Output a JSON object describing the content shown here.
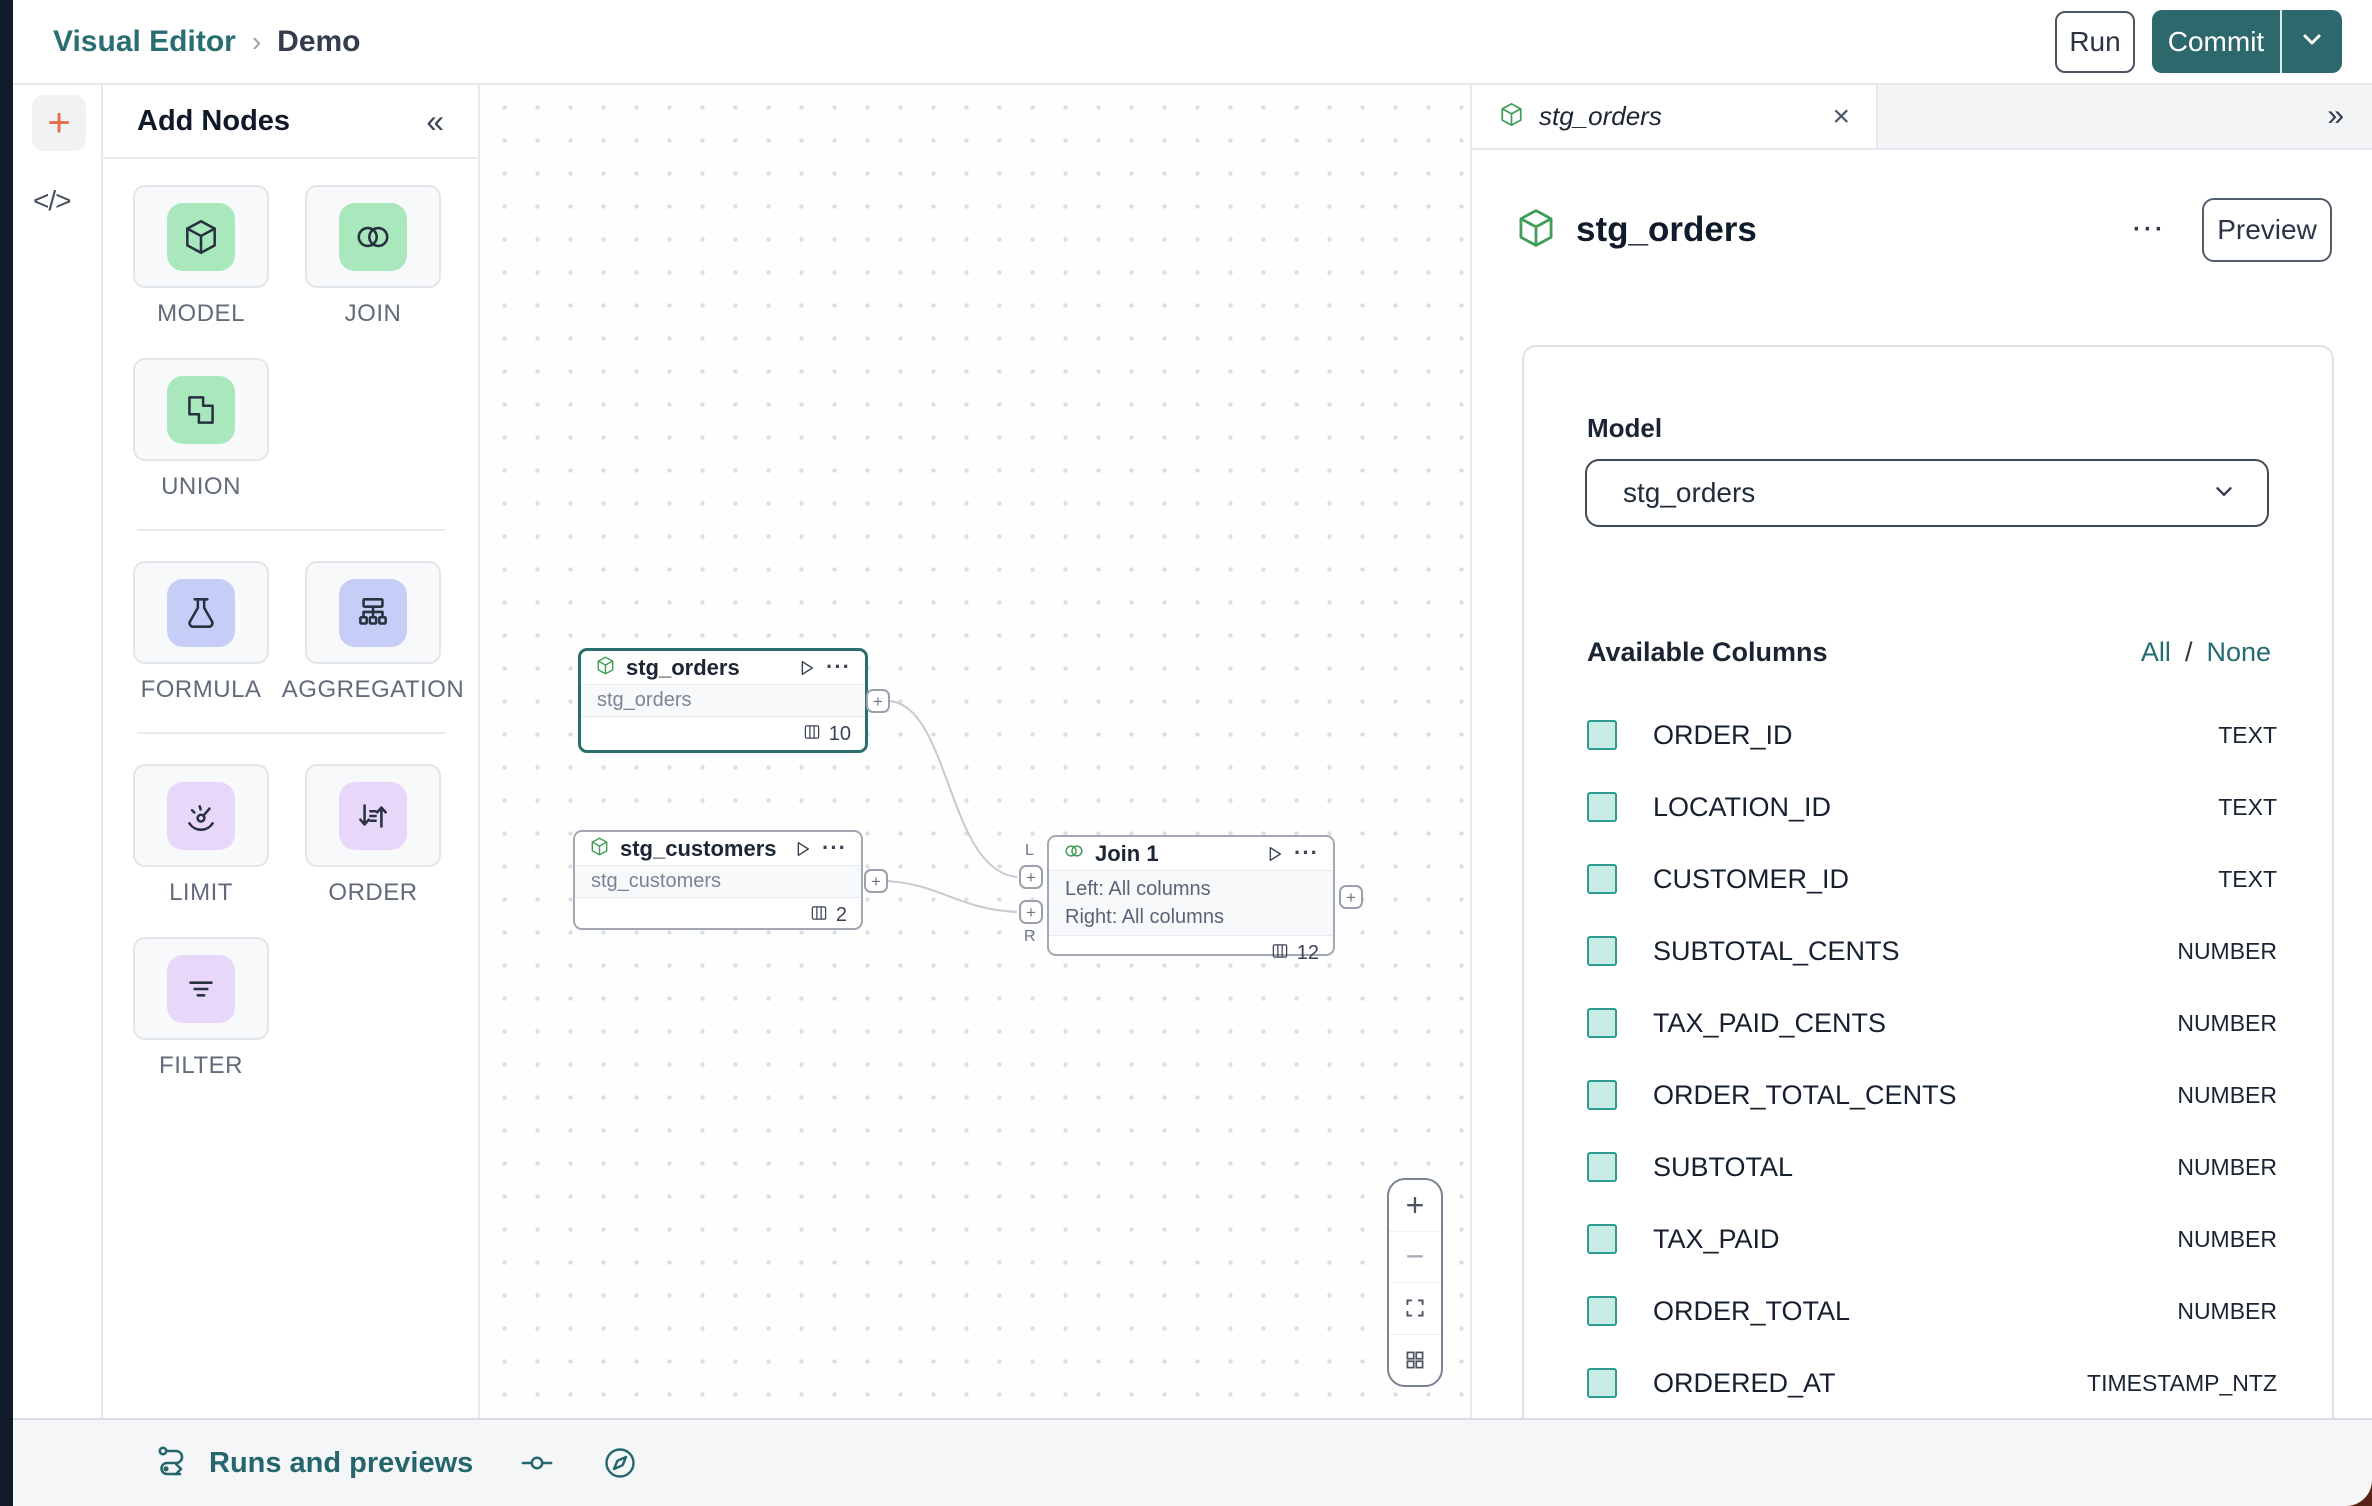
{
  "topbar": {
    "breadcrumb_root": "Visual Editor",
    "breadcrumb_separator": "›",
    "breadcrumb_current": "Demo",
    "run_label": "Run",
    "commit_label": "Commit"
  },
  "left_rail": {
    "add_label": "+",
    "code_label": "</>"
  },
  "add_nodes": {
    "title": "Add Nodes",
    "collapse_icon": "«",
    "groups": [
      {
        "items": [
          {
            "label": "MODEL",
            "icon": "cube-icon",
            "tint": "#A9E7BD"
          },
          {
            "label": "JOIN",
            "icon": "join-icon",
            "tint": "#A9E7BD"
          },
          {
            "label": "UNION",
            "icon": "union-icon",
            "tint": "#A9E7BD"
          }
        ]
      },
      {
        "items": [
          {
            "label": "FORMULA",
            "icon": "formula-icon",
            "tint": "#C6CEF7"
          },
          {
            "label": "AGGREGATION",
            "icon": "aggregation-icon",
            "tint": "#C6CEF7"
          }
        ]
      },
      {
        "items": [
          {
            "label": "LIMIT",
            "icon": "limit-icon",
            "tint": "#E7D8F9"
          },
          {
            "label": "ORDER",
            "icon": "order-icon",
            "tint": "#E7D8F9"
          },
          {
            "label": "FILTER",
            "icon": "filter-icon",
            "tint": "#E7D8F9"
          }
        ]
      }
    ]
  },
  "icons": {
    "ellipsis": "···",
    "plus": "+",
    "minus": "−",
    "close": "×",
    "expand": "»",
    "chevron": "›"
  },
  "canvas": {
    "nodes": [
      {
        "title": "stg_orders",
        "subtitle": "stg_orders",
        "column_count": "10",
        "selected": true
      },
      {
        "title": "stg_customers",
        "subtitle": "stg_customers",
        "column_count": "2",
        "selected": false
      },
      {
        "title": "Join 1",
        "left_line": "Left: All columns",
        "right_line": "Right: All columns",
        "column_count": "12",
        "selected": false,
        "port_left_label": "L",
        "port_right_label": "R"
      }
    ]
  },
  "panel": {
    "tab_title": "stg_orders",
    "title": "stg_orders",
    "preview_label": "Preview",
    "model_label": "Model",
    "model_value": "stg_orders",
    "columns_label": "Available Columns",
    "select_all_label": "All",
    "select_separator": "/",
    "select_none_label": "None",
    "columns": [
      {
        "name": "ORDER_ID",
        "type": "TEXT"
      },
      {
        "name": "LOCATION_ID",
        "type": "TEXT"
      },
      {
        "name": "CUSTOMER_ID",
        "type": "TEXT"
      },
      {
        "name": "SUBTOTAL_CENTS",
        "type": "NUMBER"
      },
      {
        "name": "TAX_PAID_CENTS",
        "type": "NUMBER"
      },
      {
        "name": "ORDER_TOTAL_CENTS",
        "type": "NUMBER"
      },
      {
        "name": "SUBTOTAL",
        "type": "NUMBER"
      },
      {
        "name": "TAX_PAID",
        "type": "NUMBER"
      },
      {
        "name": "ORDER_TOTAL",
        "type": "NUMBER"
      },
      {
        "name": "ORDERED_AT",
        "type": "TIMESTAMP_NTZ"
      }
    ]
  },
  "bottombar": {
    "runs_label": "Runs and previews"
  },
  "colors": {
    "accent_teal": "#2D686D",
    "link_teal": "#256B72",
    "node_green": "#3F9E57",
    "selected_node_border": "#2A6F6B",
    "checkbox_fill": "#C9ECE7",
    "checkbox_border": "#2F9C92",
    "tint_green": "#A9E7BD",
    "tint_periwinkle": "#C6CEF7",
    "tint_purple": "#E7D8F9",
    "rail_plus_orange": "#E76F4A",
    "corner_blob_brown": "#572416"
  }
}
